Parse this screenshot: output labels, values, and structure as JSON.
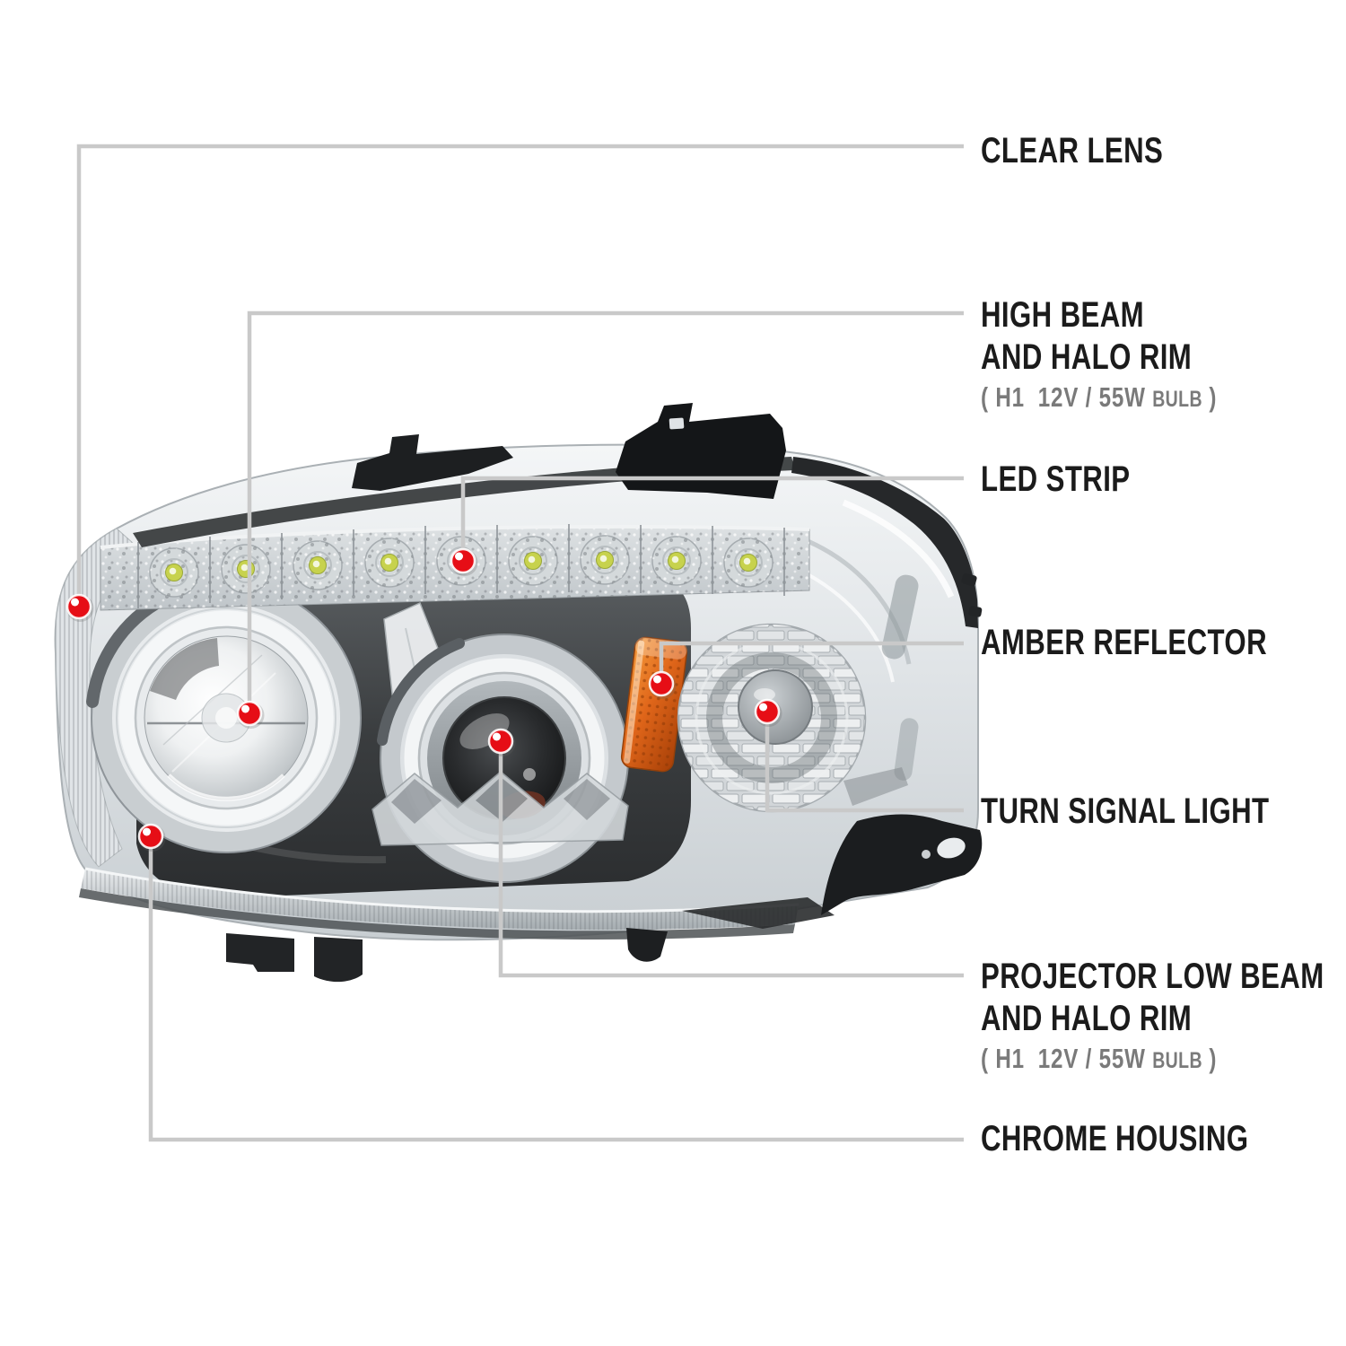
{
  "diagram": {
    "subject": "projector headlight parts callout diagram",
    "background": "#ffffff"
  },
  "colors": {
    "marker_red": "#e60e16",
    "leader_line": "#c9c9c9",
    "label_text": "#1b1b1b",
    "sub_label_text": "#7a7a7a",
    "amber": "#e0661a",
    "led_green": "#c7d24d",
    "chrome_light": "#e9eced",
    "chrome_dark": "#2b2d2f"
  },
  "callouts": [
    {
      "id": "clear-lens",
      "line1": "CLEAR LENS"
    },
    {
      "id": "high-beam-halo",
      "line1": "HIGH BEAM",
      "line2": "AND HALO RIM",
      "sub_prefix": "( H1  12V / 55W ",
      "sub_small": "BULB",
      "sub_suffix": " )"
    },
    {
      "id": "led-strip",
      "line1": "LED STRIP"
    },
    {
      "id": "amber-reflector",
      "line1": "AMBER REFLECTOR"
    },
    {
      "id": "turn-signal-light",
      "line1": "TURN SIGNAL LIGHT"
    },
    {
      "id": "projector-low-beam",
      "line1": "PROJECTOR LOW BEAM",
      "line2": "AND HALO RIM",
      "sub_prefix": "( H1  12V / 55W ",
      "sub_small": "BULB",
      "sub_suffix": " )"
    },
    {
      "id": "chrome-housing",
      "line1": "CHROME HOUSING"
    }
  ]
}
